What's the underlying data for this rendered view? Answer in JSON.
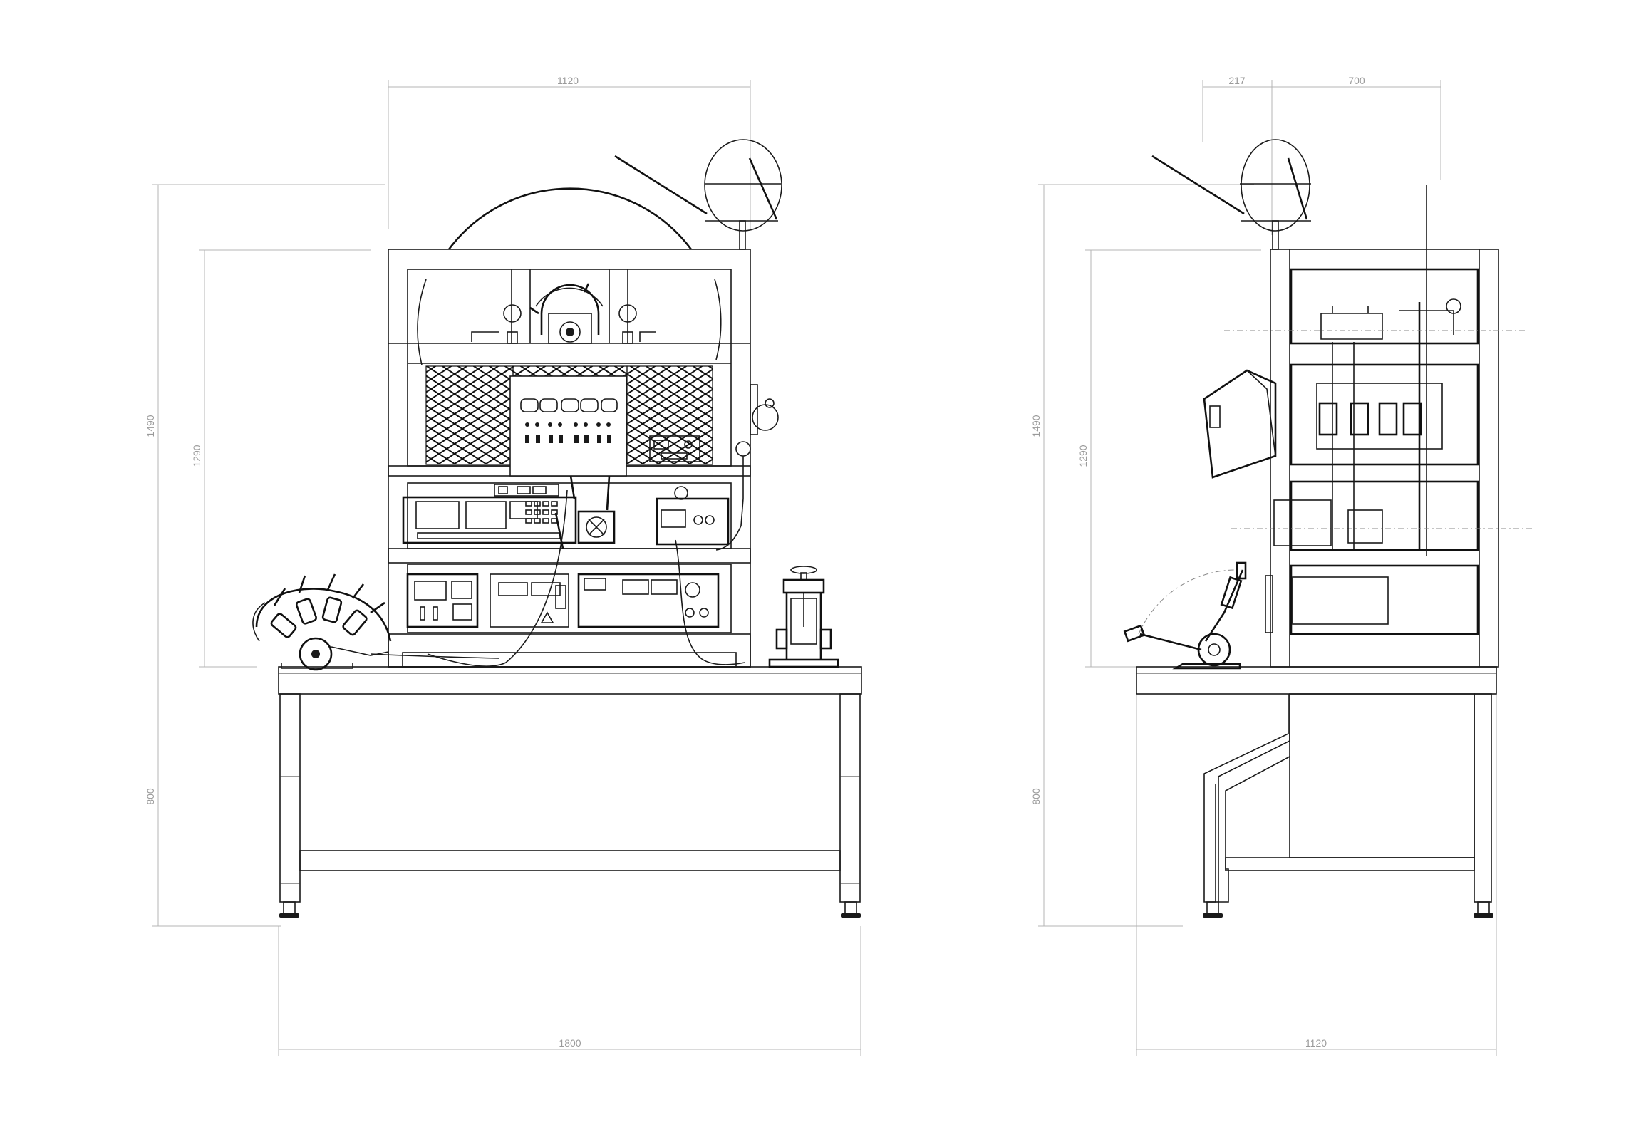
{
  "views": [
    {
      "name": "front-view",
      "dimensions": {
        "top_width": "1120",
        "overall_height": "1490",
        "upper_height": "1290",
        "table_height": "800",
        "bottom_width": "1800"
      }
    },
    {
      "name": "side-view",
      "dimensions": {
        "top_left_width": "217",
        "top_right_width": "700",
        "overall_height": "1490",
        "upper_height": "1290",
        "table_height": "800",
        "bottom_width": "1120"
      }
    }
  ],
  "colors": {
    "line": "#1a1a1a",
    "dimension": "#b4b4b4",
    "dimension_text": "#9a9a9a",
    "background": "#ffffff"
  }
}
